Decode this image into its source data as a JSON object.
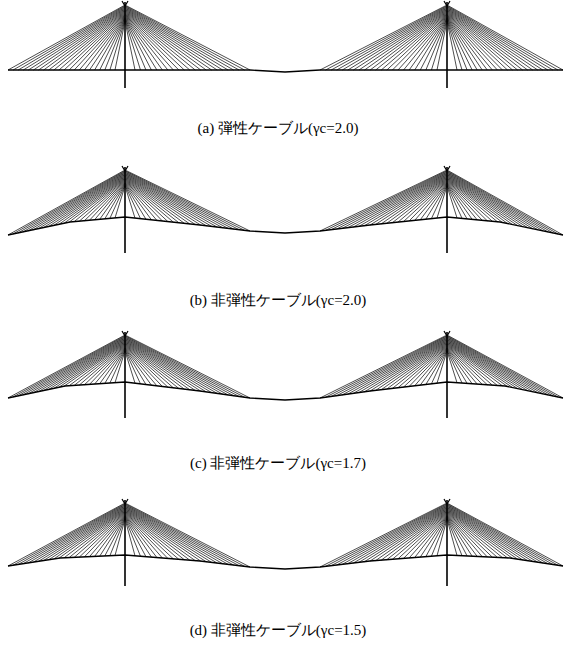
{
  "diagram": {
    "labels": [
      "(a) 弾性ケーブル(γc=2.0)",
      "(b) 非弾性ケーブル(γc=2.0)",
      "(c) 非弾性ケーブル(γc=1.7)",
      "(d) 非弾性ケーブル(γc=1.5)"
    ]
  }
}
